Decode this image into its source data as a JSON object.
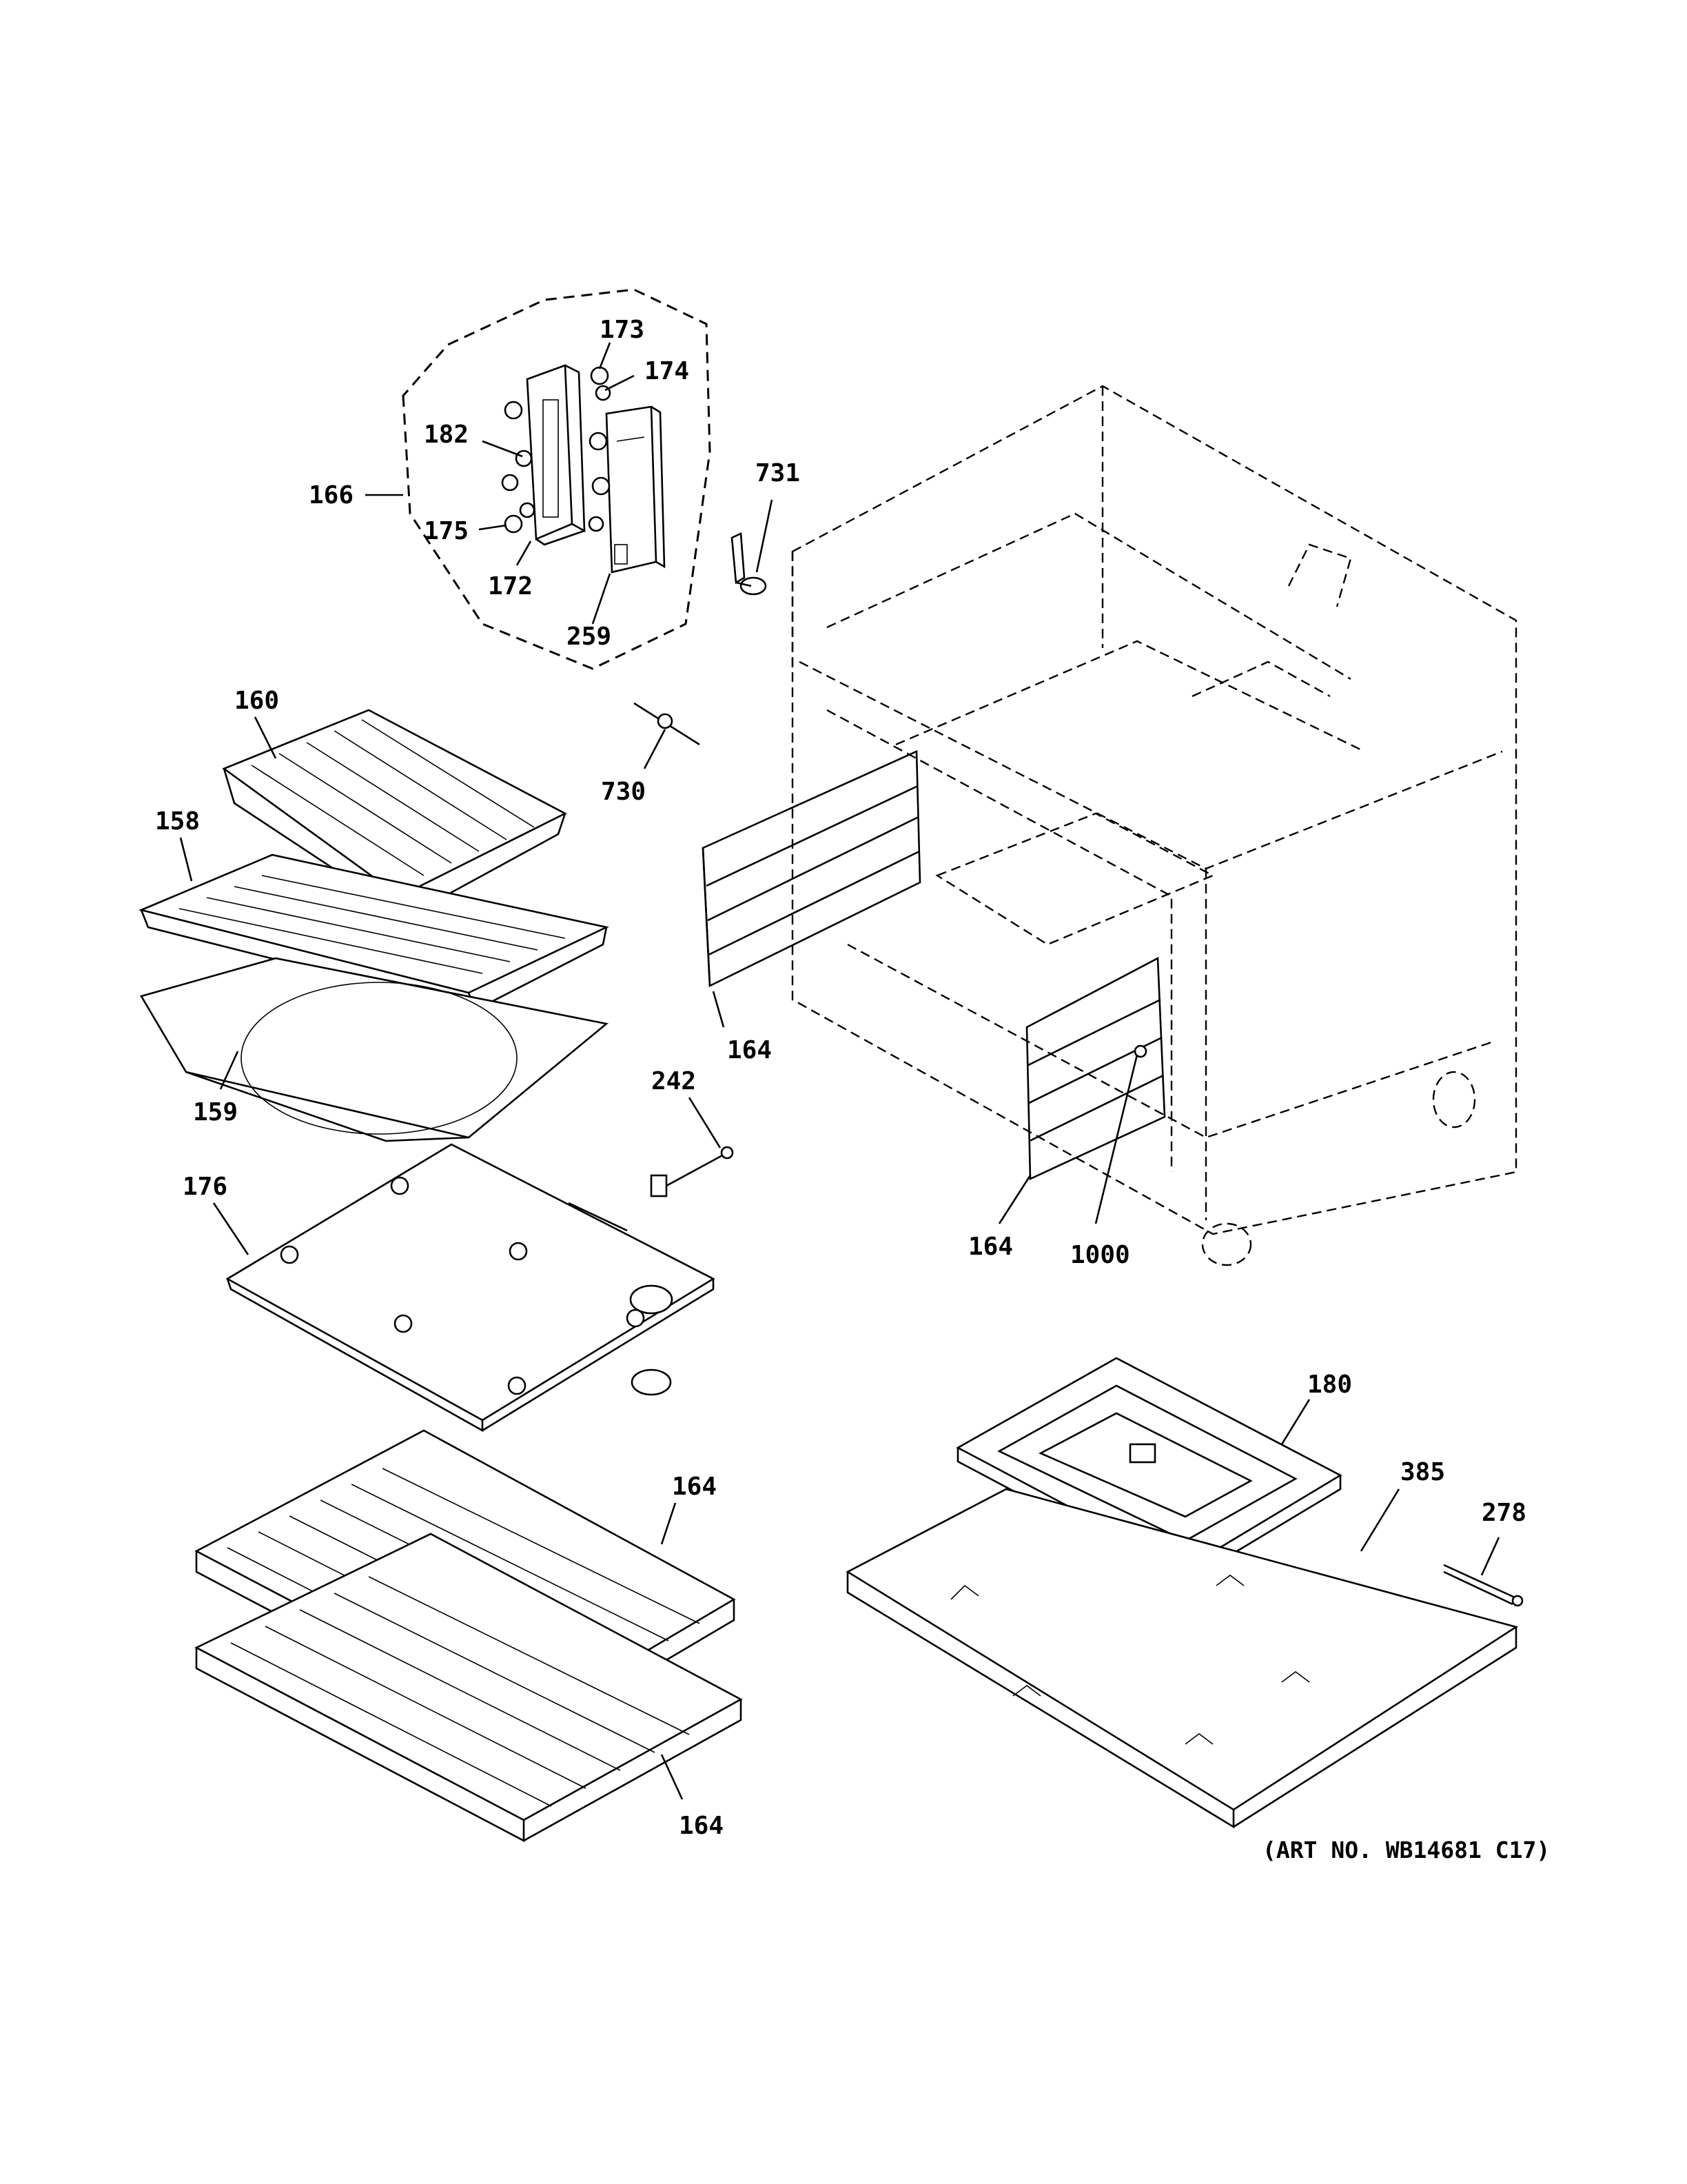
{
  "callouts": {
    "c173": "173",
    "c174": "174",
    "c182": "182",
    "c166": "166",
    "c175": "175",
    "c172": "172",
    "c259": "259",
    "c731": "731",
    "c160": "160",
    "c158": "158",
    "c730": "730",
    "c164_side_left": "164",
    "c159": "159",
    "c242": "242",
    "c176": "176",
    "c164_side_right": "164",
    "c1000": "1000",
    "c180": "180",
    "c385": "385",
    "c278": "278",
    "c164_rack_top": "164",
    "c164_rack_bottom": "164"
  },
  "art_number": "(ART NO. WB14681 C17)"
}
